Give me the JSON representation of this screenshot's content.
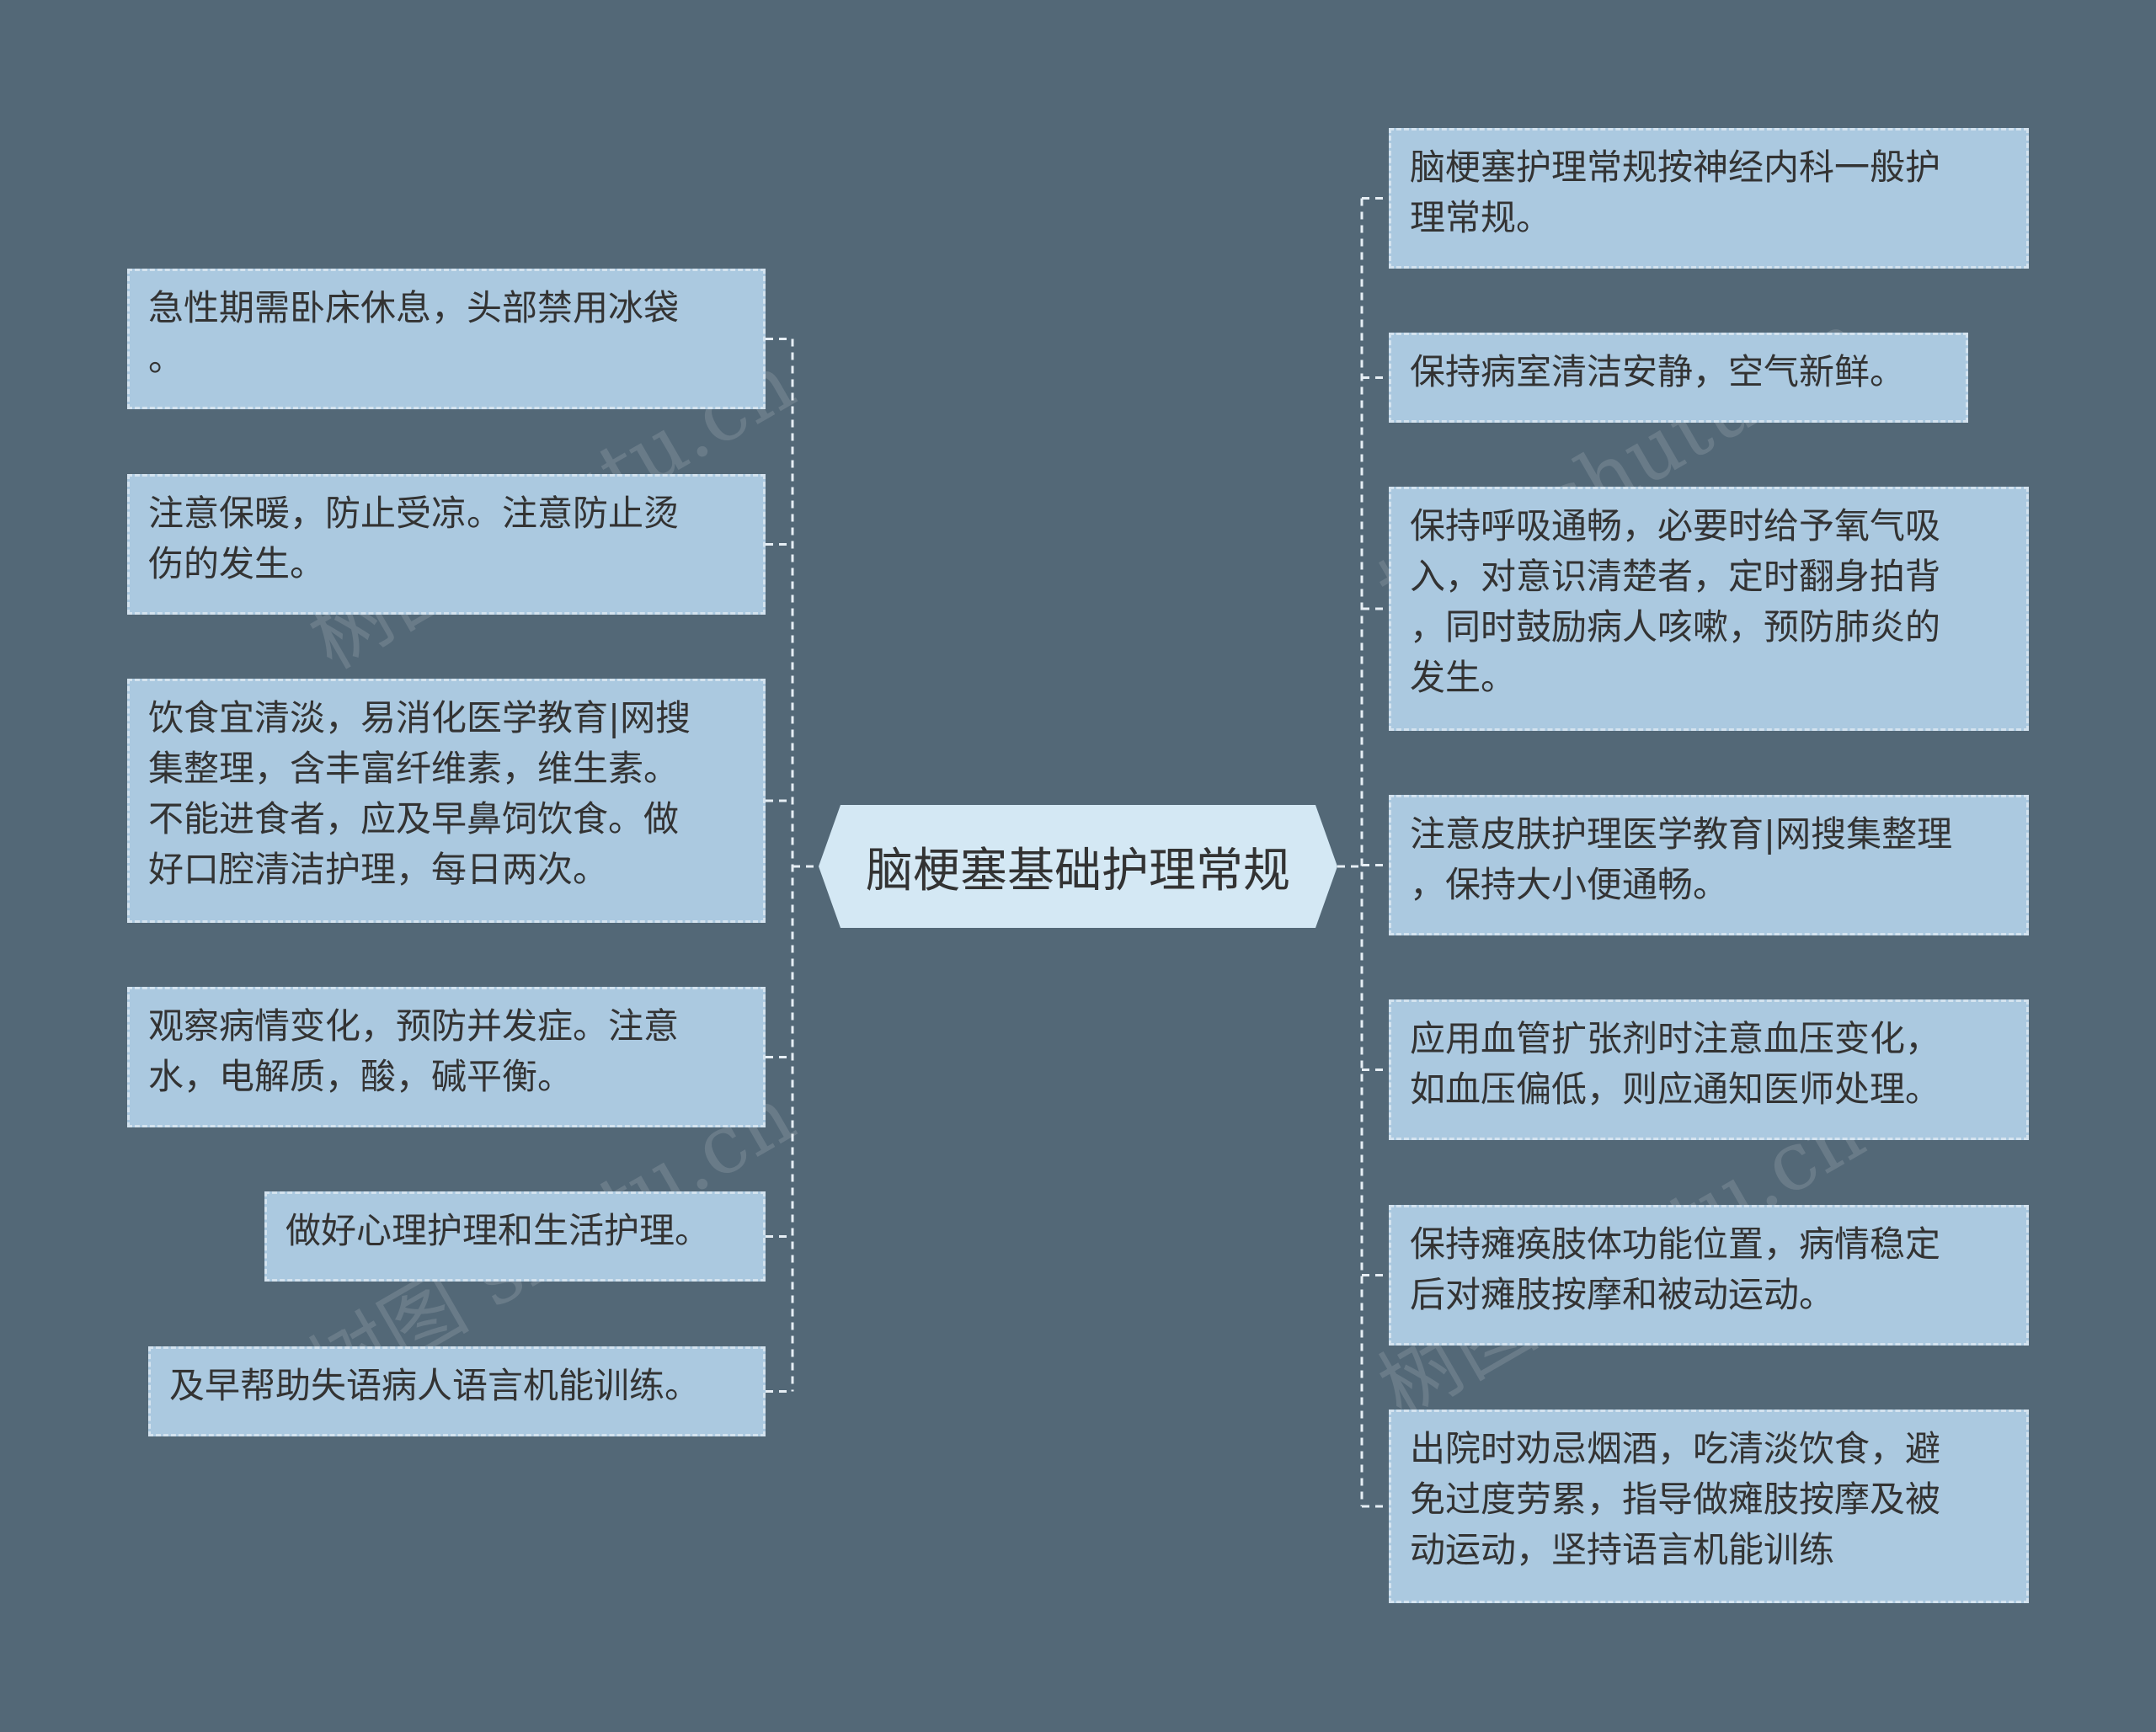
{
  "center": {
    "label": "脑梗塞基础护理常规"
  },
  "left_nodes": [
    {
      "lines": [
        "急性期需卧床休息，头部禁用冰袋",
        "。"
      ]
    },
    {
      "lines": [
        "注意保暖，防止受凉。注意防止烫",
        "伤的发生。"
      ]
    },
    {
      "lines": [
        "饮食宜清淡，易消化医学教育|网搜",
        "集整理，含丰富纤维素，维生素。",
        "不能进食者，应及早鼻饲饮食。做",
        "好口腔清洁护理，每日两次。"
      ]
    },
    {
      "lines": [
        "观察病情变化，预防并发症。注意",
        "水，电解质，酸，碱平衡。"
      ]
    },
    {
      "lines": [
        "做好心理护理和生活护理。"
      ]
    },
    {
      "lines": [
        "及早帮助失语病人语言机能训练。"
      ]
    }
  ],
  "right_nodes": [
    {
      "lines": [
        "脑梗塞护理常规按神经内科一般护",
        "理常规。"
      ]
    },
    {
      "lines": [
        "保持病室清洁安静，空气新鲜。"
      ]
    },
    {
      "lines": [
        "保持呼吸通畅，必要时给予氧气吸",
        "入，对意识清楚者，定时翻身拍背",
        "，同时鼓励病人咳嗽，预防肺炎的",
        "发生。"
      ]
    },
    {
      "lines": [
        "注意皮肤护理医学教育|网搜集整理",
        "，保持大小便通畅。"
      ]
    },
    {
      "lines": [
        "应用血管扩张剂时注意血压变化，",
        "如血压偏低，则应通知医师处理。"
      ]
    },
    {
      "lines": [
        "保持瘫痪肢体功能位置，病情稳定",
        "后对瘫肢按摩和被动运动。"
      ]
    },
    {
      "lines": [
        "出院时劝忌烟酒，吃清淡饮食，避",
        "免过度劳累，指导做瘫肢按摩及被",
        "动运动，坚持语言机能训练"
      ]
    }
  ],
  "watermark": "树图 shutu.cn",
  "colors": {
    "background": "#536877",
    "node_fill": "#abc9e0",
    "node_border": "#d4e3ef",
    "center_fill": "#d4e8f4",
    "connector": "#e6eef4",
    "text": "#333333"
  }
}
